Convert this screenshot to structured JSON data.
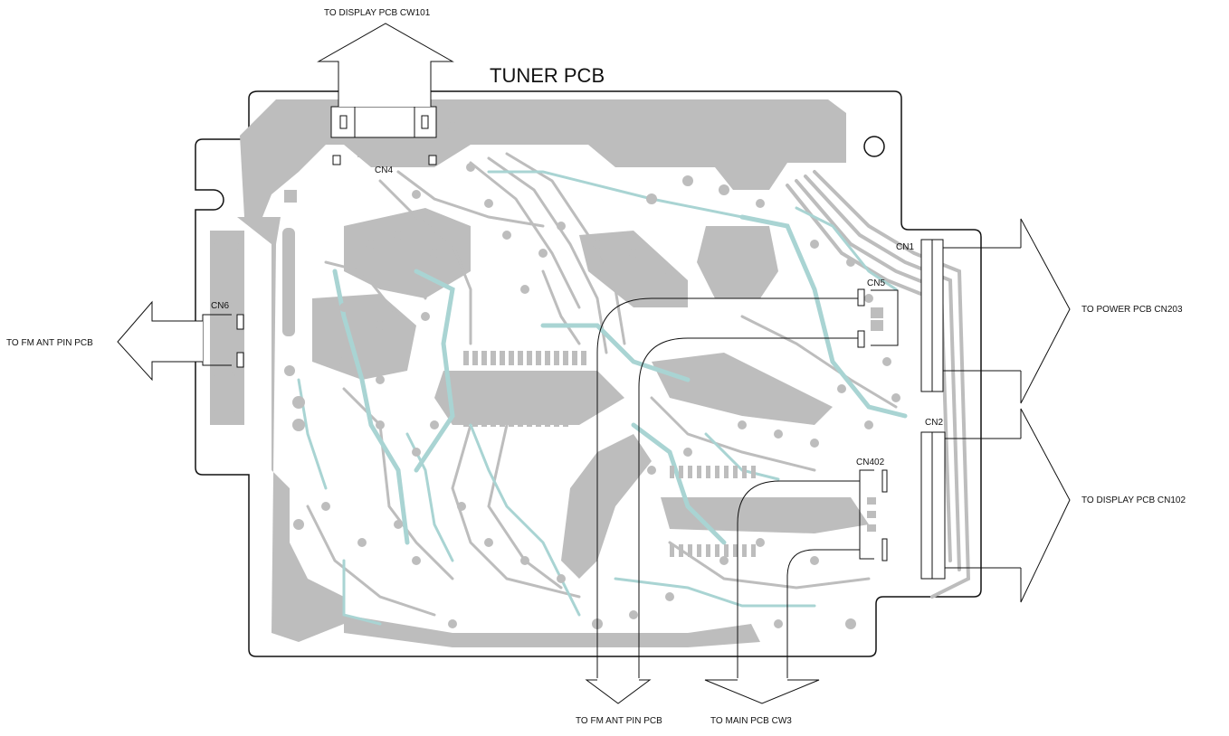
{
  "title": "TUNER PCB",
  "connectors": {
    "cn4": "CN4",
    "cn6": "CN6",
    "cn5": "CN5",
    "cn1": "CN1",
    "cn2": "CN2",
    "cn402": "CN402"
  },
  "destinations": {
    "top": "TO DISPLAY PCB CW101",
    "left": "TO FM ANT PIN PCB",
    "right_upper": "TO POWER PCB CN203",
    "right_lower": "TO DISPLAY PCB CN102",
    "bottom_left": "TO FM ANT PIN PCB",
    "bottom_right": "TO MAIN PCB CW3"
  },
  "colors": {
    "copper": "#bdbdbd",
    "top_trace": "#a9d4d3",
    "outline": "#111111"
  }
}
